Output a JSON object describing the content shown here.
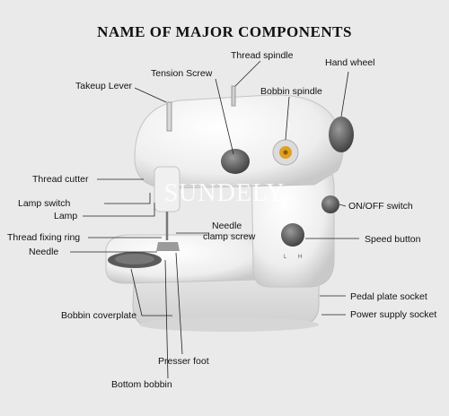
{
  "title": "NAME OF MAJOR COMPONENTS",
  "watermark": "SUNDELY",
  "labels": {
    "thread_spindle": "Thread spindle",
    "hand_wheel": "Hand wheel",
    "tension_screw": "Tension Screw",
    "takeup_lever": "Takeup Lever",
    "bobbin_spindle": "Bobbin spindle",
    "thread_cutter": "Thread cutter",
    "lamp_switch": "Lamp switch",
    "lamp": "Lamp",
    "on_off_switch": "ON/OFF switch",
    "needle_clamp_screw_1": "Needle",
    "needle_clamp_screw_2": "clamp screw",
    "thread_fixing_ring": "Thread fixing ring",
    "speed_button": "Speed button",
    "needle": "Needle",
    "pedal_plate_socket": "Pedal plate socket",
    "bobbin_coverplate": "Bobbin coverplate",
    "power_supply_socket": "Power supply socket",
    "presser_foot": "Presser foot",
    "bottom_bobbin": "Bottom bobbin"
  },
  "speed_marks": [
    "L",
    "H"
  ],
  "colors": {
    "background": "#eaeaea",
    "machine_body": "#f7f7f7",
    "dial": "#6a6a6a",
    "bobbin_accent": "#e0a020",
    "leader_line": "#222222"
  }
}
